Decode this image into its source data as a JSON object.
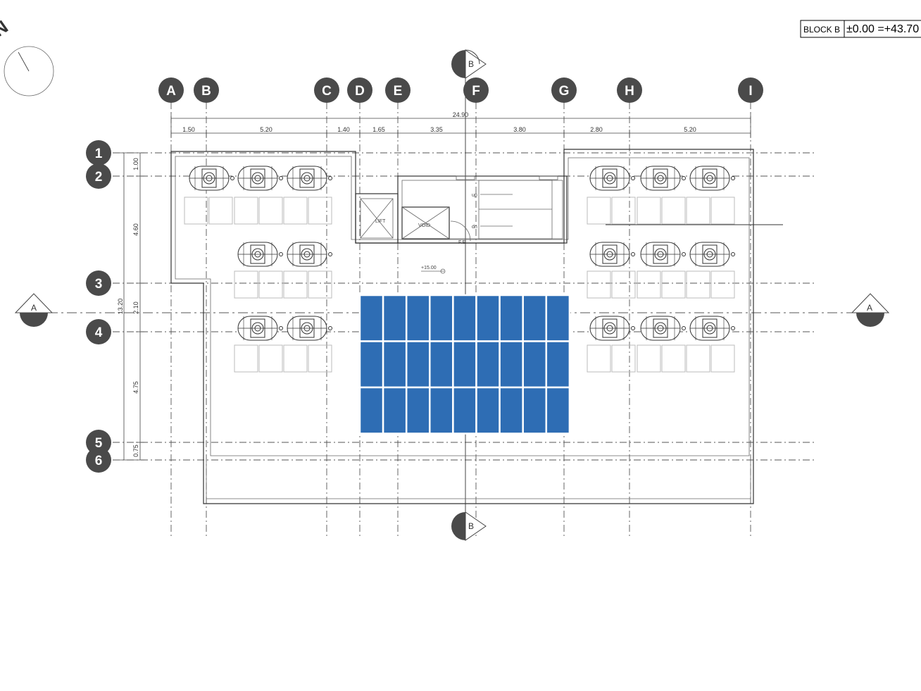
{
  "title_block": {
    "block_label": "BLOCK B",
    "level_text": "±0.00 =+43.70"
  },
  "north": {
    "label": "N"
  },
  "grid_columns": [
    "A",
    "B",
    "C",
    "D",
    "E",
    "F",
    "G",
    "H",
    "I"
  ],
  "grid_rows": [
    "1",
    "2",
    "3",
    "4",
    "5",
    "6"
  ],
  "dimensions": {
    "overall_horizontal": "24.90",
    "horizontal": [
      "1.50",
      "5.20",
      "1.40",
      "1.65",
      "3.35",
      "3.80",
      "2.80",
      "5.20"
    ],
    "overall_vertical": "13.20",
    "vertical": [
      "1.00",
      "4.60",
      "2.10",
      "4.75",
      "0.75"
    ]
  },
  "section_markers": {
    "a_left": "A",
    "a_right": "A",
    "b_top": "B",
    "b_bottom": "B"
  },
  "rooms": {
    "lift": "LIFT",
    "void": "VOID",
    "stair_up": "up",
    "stair_dn": "dn",
    "fire_ext": "F.E"
  },
  "level_marker": "+15.00",
  "colors": {
    "solar_panel": "#2e6db4",
    "grid_bubble": "#4a4a4a"
  }
}
